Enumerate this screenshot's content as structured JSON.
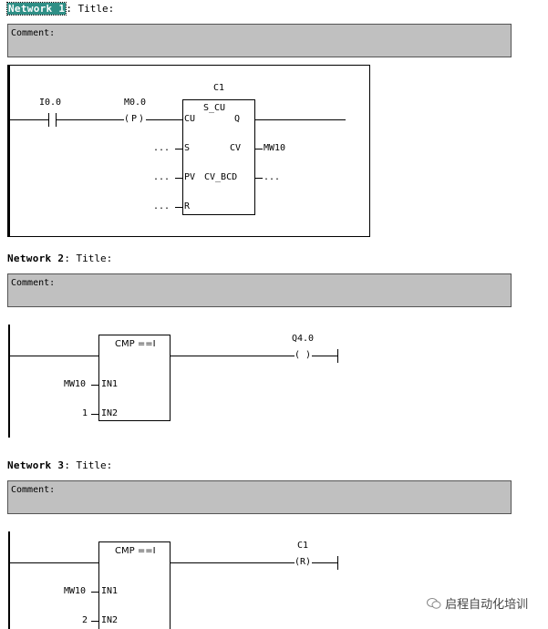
{
  "networks": [
    {
      "label": "Network 1",
      "title_text": ": Title:",
      "comment_label": "Comment:",
      "contact": "I0.0",
      "edge_coil": "M0.0",
      "edge_symbol": "P",
      "counter_name": "C1",
      "block_type": "S_CU",
      "pin_cu": "CU",
      "pin_q": "Q",
      "pin_s": "S",
      "pin_cv": "CV",
      "pin_pv": "PV",
      "pin_cv_bcd": "CV_BCD",
      "pin_r": "R",
      "cv_operand": "MW10",
      "unconnected": "..."
    },
    {
      "label": "Network 2",
      "title_text": ": Title:",
      "comment_label": "Comment:",
      "block_type": "CMP ==I",
      "in1_operand": "MW10",
      "in1_pin": "IN1",
      "in2_operand": "1",
      "in2_pin": "IN2",
      "coil": "Q4.0",
      "coil_symbol": "( )"
    },
    {
      "label": "Network 3",
      "title_text": ": Title:",
      "comment_label": "Comment:",
      "block_type": "CMP ==I",
      "in1_operand": "MW10",
      "in1_pin": "IN1",
      "in2_operand": "2",
      "in2_pin": "IN2",
      "coil": "C1",
      "coil_symbol": "(R)"
    }
  ],
  "watermark": "启程自动化培训"
}
